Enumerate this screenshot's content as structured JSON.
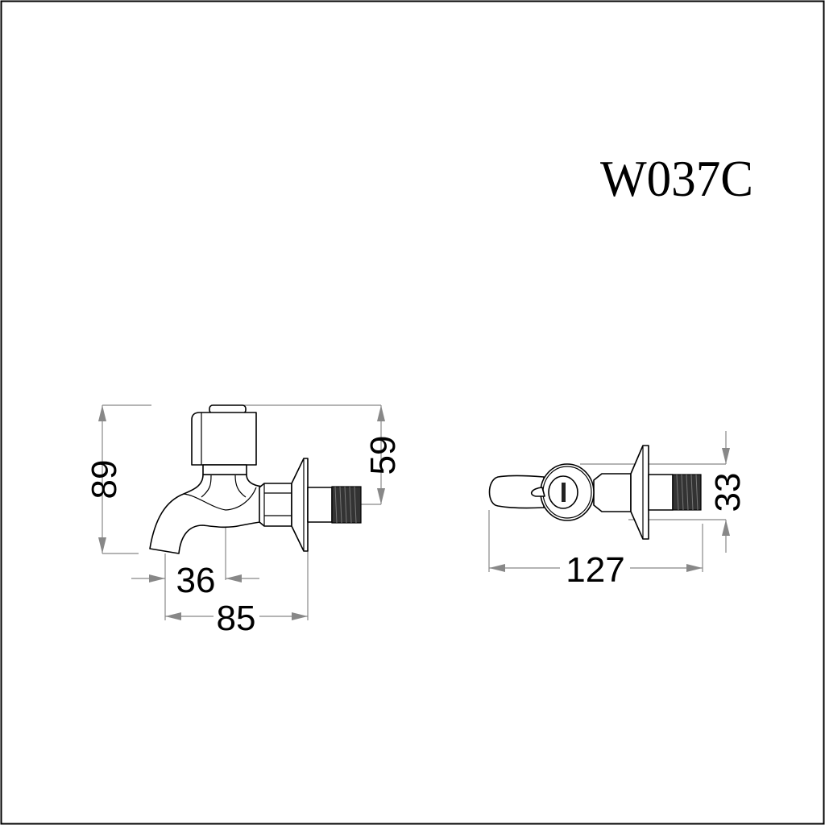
{
  "title": "W037C",
  "side_view": {
    "dimensions": {
      "height_total": "89",
      "height_inlet": "59",
      "spout_offset": "36",
      "projection": "85"
    }
  },
  "top_view": {
    "dimensions": {
      "length": "127",
      "handle_width": "33"
    }
  },
  "colors": {
    "line": "#000000",
    "dimension_line": "#888888",
    "background": "#ffffff"
  }
}
